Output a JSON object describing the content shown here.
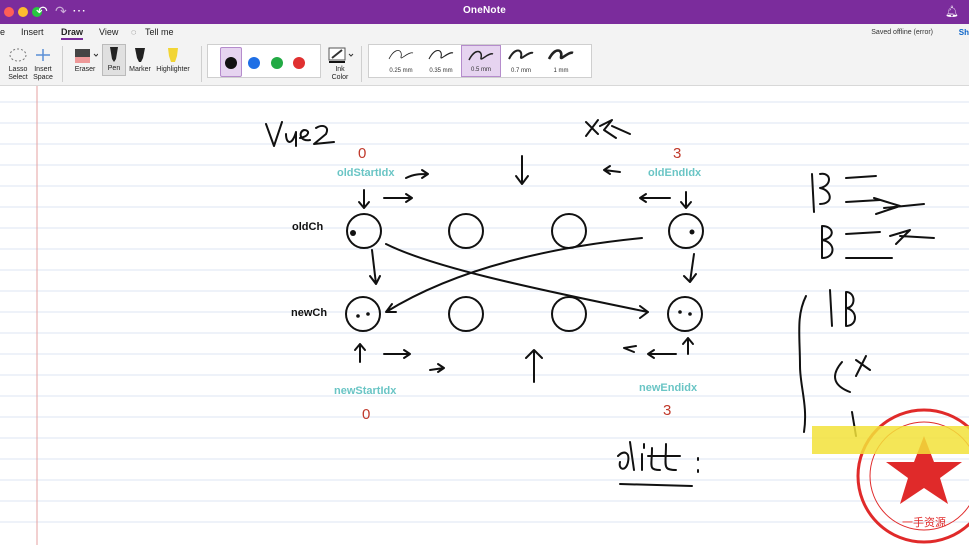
{
  "titlebar": {
    "title": "OneNote"
  },
  "tabs": [
    {
      "label": "e"
    },
    {
      "label": "Insert"
    },
    {
      "label": "Draw"
    },
    {
      "label": "View"
    },
    {
      "label": "Tell me"
    }
  ],
  "status": {
    "saved": "Saved offline (error)",
    "share": "Sh"
  },
  "ribbon": {
    "lasso": "Lasso\nSelect",
    "insert_space": "Insert\nSpace",
    "eraser": "Eraser",
    "pen": "Pen",
    "marker": "Marker",
    "highlighter": "Highlighter",
    "ink_color": "Ink\nColor",
    "colors": [
      "#111111",
      "#1f6fe5",
      "#22aa44",
      "#e03030"
    ],
    "pen_widths": [
      "0.25 mm",
      "0.35 mm",
      "0.5 mm",
      "0.7 mm",
      "1 mm"
    ]
  },
  "note": {
    "old_label": "oldCh",
    "new_label": "newCh",
    "old_start": "oldStartIdx",
    "old_end": "oldEndIdx",
    "new_start": "newStartIdx",
    "new_end": "newEndidx",
    "old_start_index": "0",
    "old_end_index": "3",
    "new_start_index": "0",
    "new_end_index": "3"
  },
  "watermark": {
    "text": "一手资源"
  }
}
